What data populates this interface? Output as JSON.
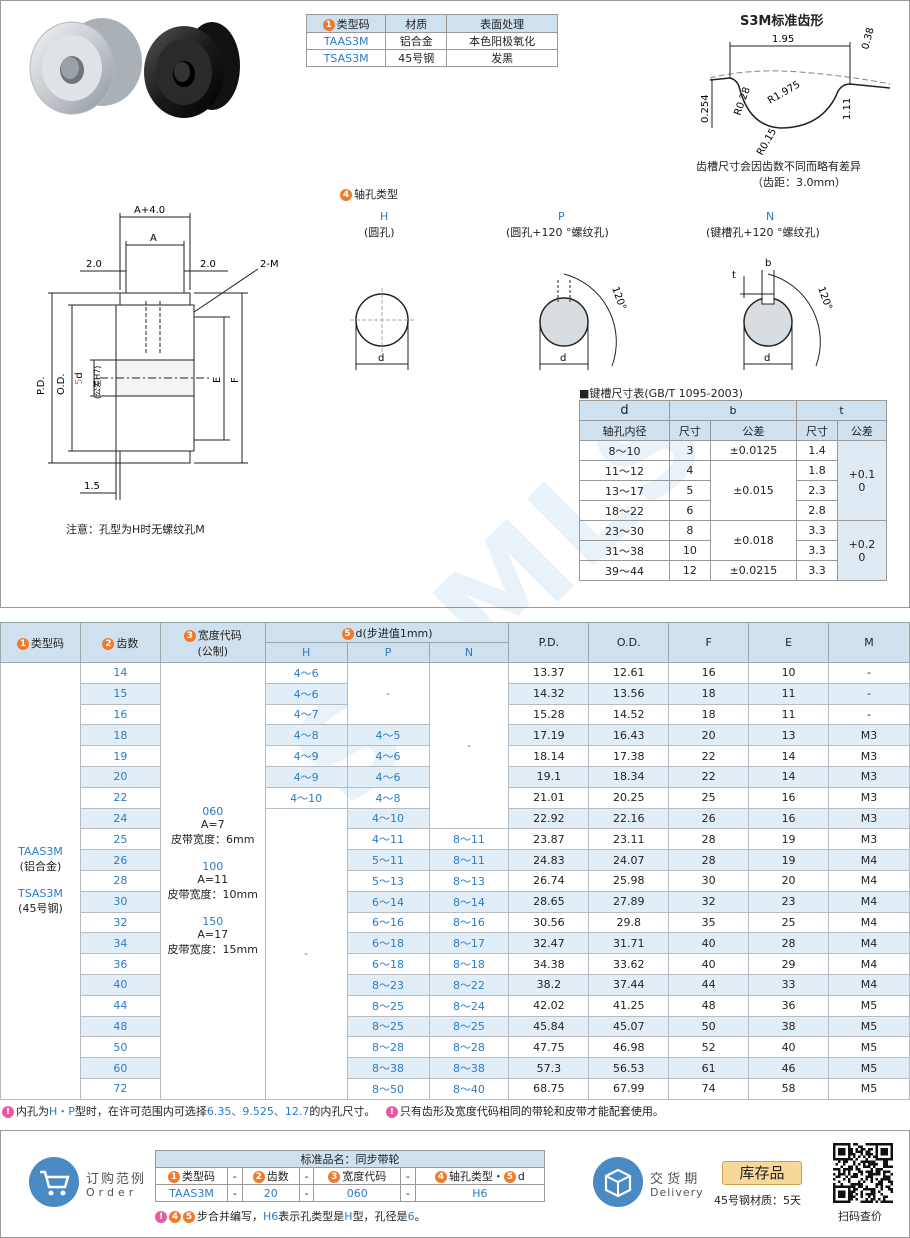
{
  "material_table": {
    "headers": [
      "类型码",
      "材质",
      "表面处理"
    ],
    "header_num": "1",
    "rows": [
      {
        "code": "TAAS3M",
        "material": "铝合金",
        "finish": "本色阳极氧化"
      },
      {
        "code": "TSAS3M",
        "material": "45号钢",
        "finish": "发黑"
      }
    ]
  },
  "tooth_profile": {
    "title": "S3M标准齿形",
    "dims": [
      "1.95",
      "0.381",
      "0.254",
      "R0.28",
      "R1.975",
      "1.11",
      "R0.15"
    ],
    "note1": "齿槽尺寸会因齿数不同而略有差异",
    "note2": "（齿距：3.0mm）"
  },
  "pulley_drawing": {
    "dim_a4": "A+4.0",
    "dim_a": "A",
    "dim_left": "2.0",
    "dim_right": "2.0",
    "dim_2m": "2-M",
    "dim_pd": "P.D.",
    "dim_od": "O.D.",
    "dim_d": "d",
    "dim_d_num": "5",
    "dim_d_tol": "(公差H7)",
    "dim_e": "E",
    "dim_f": "F",
    "dim_15": "1.5",
    "note": "注意：孔型为H时无螺纹孔M"
  },
  "bore_types": {
    "title": "轴孔类型",
    "title_num": "4",
    "h_code": "H",
    "h_name": "(圆孔)",
    "p_code": "P",
    "p_name": "(圆孔+120 °螺纹孔)",
    "n_code": "N",
    "n_name": "(键槽孔+120 °螺纹孔)",
    "angle": "120°",
    "d": "d",
    "b": "b",
    "t": "t"
  },
  "keyway_table": {
    "title": "■键槽尺寸表(GB/T 1095-2003)",
    "h_d": "d",
    "h_b": "b",
    "h_t": "t",
    "h_bore": "轴孔内径",
    "h_size": "尺寸",
    "h_tol": "公差",
    "h_size2": "尺寸",
    "h_tol2": "公差",
    "rows": [
      {
        "d": "8～10",
        "b": "3",
        "btol": "±0.0125",
        "t": "1.4"
      },
      {
        "d": "11～12",
        "b": "4",
        "t": "1.8"
      },
      {
        "d": "13～17",
        "b": "5",
        "btol": "±0.015",
        "t": "2.3"
      },
      {
        "d": "18～22",
        "b": "6",
        "t": "2.8"
      },
      {
        "d": "23～30",
        "b": "8",
        "t": "3.3"
      },
      {
        "d": "31～38",
        "b": "10",
        "btol": "±0.018",
        "t": "3.3"
      },
      {
        "d": "39～44",
        "b": "12",
        "btol": "±0.0215",
        "t": "3.3"
      }
    ],
    "ttol1": "+0.1\n0",
    "ttol2": "+0.2\n0"
  },
  "main_table": {
    "h_type": "类型码",
    "h_teeth": "齿数",
    "h_width": "宽度代码",
    "h_width2": "(公制)",
    "h_d": "d(步进值1mm)",
    "h_H": "H",
    "h_P": "P",
    "h_N": "N",
    "h_pd": "P.D.",
    "h_od": "O.D.",
    "h_f": "F",
    "h_e": "E",
    "h_m": "M",
    "type_cells": [
      "TAAS3M",
      "(铝合金)",
      "TSAS3M",
      "(45号钢)"
    ],
    "width_cells": [
      {
        "code": "060",
        "a": "A=7",
        "belt": "皮带宽度：6mm"
      },
      {
        "code": "100",
        "a": "A=11",
        "belt": "皮带宽度：10mm"
      },
      {
        "code": "150",
        "a": "A=17",
        "belt": "皮带宽度：15mm"
      }
    ],
    "dash": "-",
    "rows": [
      {
        "z": "14",
        "H": "4～6",
        "P": "",
        "N": "",
        "pd": "13.37",
        "od": "12.61",
        "f": "16",
        "e": "10",
        "m": "-"
      },
      {
        "z": "15",
        "H": "4～6",
        "P": "-",
        "N": "",
        "pd": "14.32",
        "od": "13.56",
        "f": "18",
        "e": "11",
        "m": "-"
      },
      {
        "z": "16",
        "H": "4～7",
        "P": "",
        "N": "",
        "pd": "15.28",
        "od": "14.52",
        "f": "18",
        "e": "11",
        "m": "-"
      },
      {
        "z": "18",
        "H": "4～8",
        "P": "4～5",
        "N": "",
        "pd": "17.19",
        "od": "16.43",
        "f": "20",
        "e": "13",
        "m": "M3"
      },
      {
        "z": "19",
        "H": "4～9",
        "P": "4～6",
        "N": "-",
        "pd": "18.14",
        "od": "17.38",
        "f": "22",
        "e": "14",
        "m": "M3"
      },
      {
        "z": "20",
        "H": "4～9",
        "P": "4～6",
        "N": "",
        "pd": "19.1",
        "od": "18.34",
        "f": "22",
        "e": "14",
        "m": "M3"
      },
      {
        "z": "22",
        "H": "4～10",
        "P": "4～8",
        "N": "",
        "pd": "21.01",
        "od": "20.25",
        "f": "25",
        "e": "16",
        "m": "M3"
      },
      {
        "z": "24",
        "H": "",
        "P": "4～10",
        "N": "",
        "pd": "22.92",
        "od": "22.16",
        "f": "26",
        "e": "16",
        "m": "M3"
      },
      {
        "z": "25",
        "H": "",
        "P": "4～11",
        "N": "8～11",
        "pd": "23.87",
        "od": "23.11",
        "f": "28",
        "e": "19",
        "m": "M3"
      },
      {
        "z": "26",
        "H": "",
        "P": "5～11",
        "N": "8～11",
        "pd": "24.83",
        "od": "24.07",
        "f": "28",
        "e": "19",
        "m": "M4"
      },
      {
        "z": "28",
        "H": "",
        "P": "5～13",
        "N": "8～13",
        "pd": "26.74",
        "od": "25.98",
        "f": "30",
        "e": "20",
        "m": "M4"
      },
      {
        "z": "30",
        "H": "",
        "P": "6～14",
        "N": "8～14",
        "pd": "28.65",
        "od": "27.89",
        "f": "32",
        "e": "23",
        "m": "M4"
      },
      {
        "z": "32",
        "H": "",
        "P": "6～16",
        "N": "8～16",
        "pd": "30.56",
        "od": "29.8",
        "f": "35",
        "e": "25",
        "m": "M4"
      },
      {
        "z": "34",
        "H": "",
        "P": "6～18",
        "N": "8～17",
        "pd": "32.47",
        "od": "31.71",
        "f": "40",
        "e": "28",
        "m": "M4"
      },
      {
        "z": "36",
        "H": "-",
        "P": "6～18",
        "N": "8～18",
        "pd": "34.38",
        "od": "33.62",
        "f": "40",
        "e": "29",
        "m": "M4"
      },
      {
        "z": "40",
        "H": "",
        "P": "8～23",
        "N": "8～22",
        "pd": "38.2",
        "od": "37.44",
        "f": "44",
        "e": "33",
        "m": "M4"
      },
      {
        "z": "44",
        "H": "",
        "P": "8～25",
        "N": "8～24",
        "pd": "42.02",
        "od": "41.25",
        "f": "48",
        "e": "36",
        "m": "M5"
      },
      {
        "z": "48",
        "H": "",
        "P": "8～25",
        "N": "8～25",
        "pd": "45.84",
        "od": "45.07",
        "f": "50",
        "e": "38",
        "m": "M5"
      },
      {
        "z": "50",
        "H": "",
        "P": "8～28",
        "N": "8～28",
        "pd": "47.75",
        "od": "46.98",
        "f": "52",
        "e": "40",
        "m": "M5"
      },
      {
        "z": "60",
        "H": "",
        "P": "8～38",
        "N": "8～38",
        "pd": "57.3",
        "od": "56.53",
        "f": "61",
        "e": "46",
        "m": "M5"
      },
      {
        "z": "72",
        "H": "",
        "P": "8～50",
        "N": "8～40",
        "pd": "68.75",
        "od": "67.99",
        "f": "74",
        "e": "58",
        "m": "M5"
      }
    ]
  },
  "notes": {
    "n1_a": "内孔为",
    "n1_hp": "H・P",
    "n1_b": "型时，在许可范围内可选择",
    "n1_vals": "6.35、9.525、12.7",
    "n1_c": "的内孔尺寸。",
    "n2": "只有齿形及宽度代码相同的带轮和皮带才能配套使用。"
  },
  "order": {
    "title_cn": "订购范例",
    "title_en": "Order",
    "std_name": "标准品名：同步带轮",
    "cols": [
      "类型码",
      "-",
      "齿数",
      "-",
      "宽度代码",
      "-",
      "轴孔类型・",
      "d"
    ],
    "vals": [
      "TAAS3M",
      "-",
      "20",
      "-",
      "060",
      "-",
      "H6"
    ],
    "note_a": "步合并编写，",
    "note_h6": "H6",
    "note_b": "表示孔类型是",
    "note_h": "H",
    "note_c": "型，孔径是",
    "note_6": "6",
    "note_d": "。"
  },
  "delivery": {
    "title_cn": "交 货 期",
    "title_en": "Delivery",
    "badge": "库存品",
    "note": "45号钢材质：5天"
  },
  "qr": {
    "label": "扫码查价"
  },
  "watermark": "SAMLS"
}
